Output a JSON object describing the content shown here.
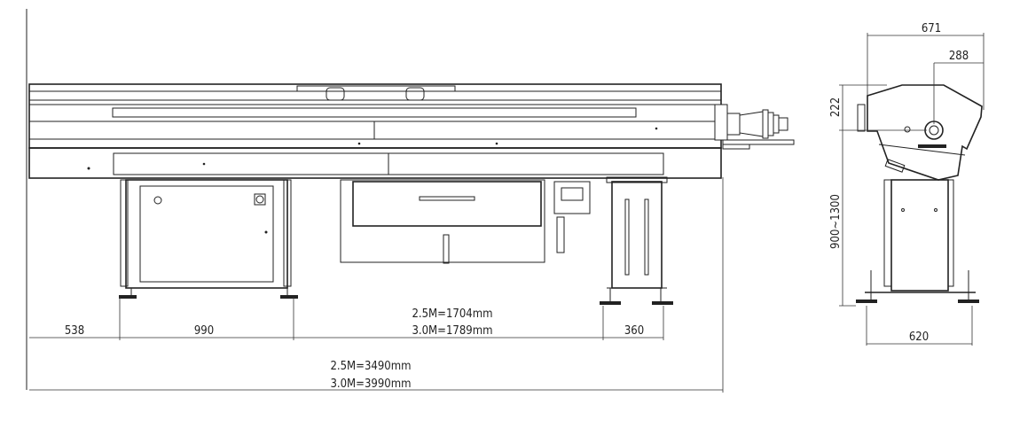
{
  "front_view": {
    "dim_left": "538",
    "dim_cabinet": "990",
    "dim_middle_25": "2.5M=1704mm",
    "dim_middle_30": "3.0M=1789mm",
    "dim_right": "360",
    "dim_total_25": "2.5M=3490mm",
    "dim_total_30": "3.0M=3990mm"
  },
  "side_view": {
    "dim_width_top": "671",
    "dim_spindle": "288",
    "dim_head": "222",
    "dim_height": "900~1300",
    "dim_base": "620"
  }
}
